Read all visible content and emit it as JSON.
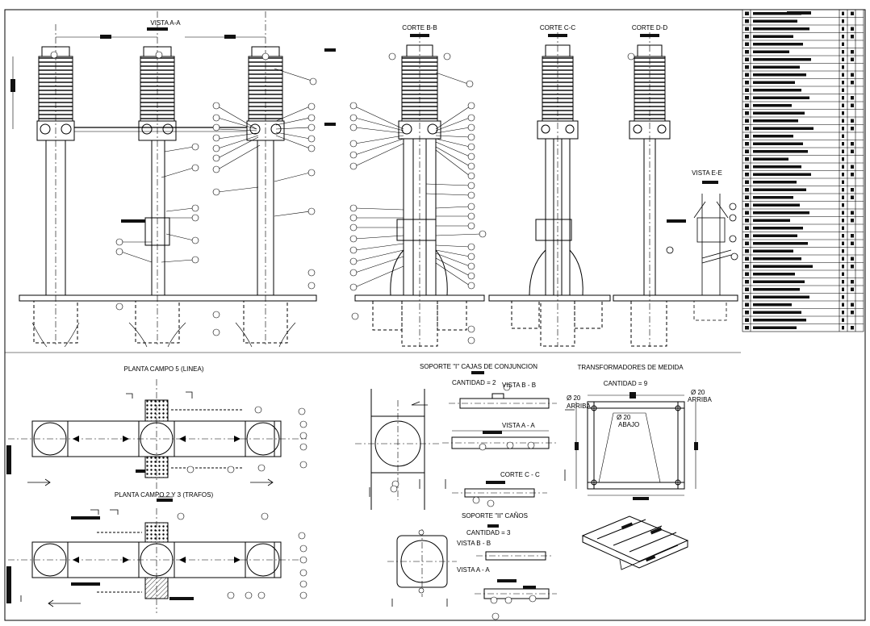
{
  "titles": {
    "vista_aa": "VISTA A-A",
    "corte_bb": "CORTE B-B",
    "corte_cc": "CORTE C-C",
    "corte_dd": "CORTE D-D",
    "vista_ee": "VISTA E-E",
    "planta_linea": "PLANTA CAMPO 5 (LINEA)",
    "planta_trafos": "PLANTA CAMPO 2 Y 3 (TRAFOS)",
    "soporte_i": "SOPORTE \"I\" CAJAS DE CONJUNCION",
    "cantidad_i": "CANTIDAD = 2",
    "vista_bb_i": "VISTA B - B",
    "vista_aa_i": "VISTA A - A",
    "corte_cc_i": "CORTE C - C",
    "soporte_ii": "SOPORTE \"II\" CAÑOS",
    "cantidad_ii": "CANTIDAD = 3",
    "vista_bb_ii": "VISTA B - B",
    "vista_aa_ii": "VISTA A - A",
    "transformadores": "TRANSFORMADORES DE MEDIDA",
    "cantidad_t": "CANTIDAD = 9",
    "d20_arriba_1": "Ø 20",
    "arriba_1": "ARRIBA",
    "d20_arriba_2": "Ø 20",
    "arriba_2": "ARRIBA",
    "d20_abajo": "Ø 20",
    "abajo": "ABAJO"
  },
  "colors": {
    "ink": "#000000",
    "paper": "#ffffff",
    "redaction": "#111111"
  }
}
